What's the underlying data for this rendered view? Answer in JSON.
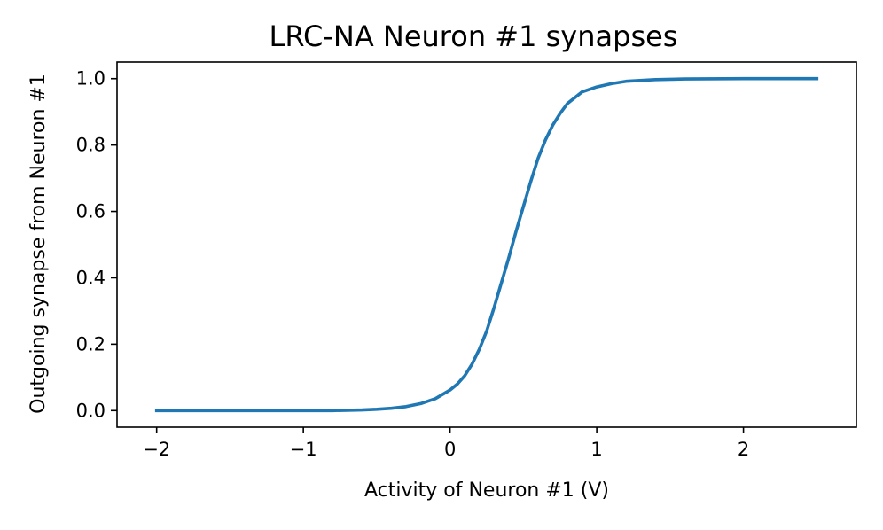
{
  "chart_data": {
    "type": "line",
    "title": "LRC-NA Neuron #1 synapses",
    "xlabel": "Activity of Neuron #1 (V)",
    "ylabel": "Outgoing synapse from Neuron #1",
    "xlim": [
      -2.27,
      2.77
    ],
    "ylim": [
      -0.05,
      1.05
    ],
    "xticks": [
      -2,
      -1,
      0,
      1,
      2
    ],
    "xtick_labels": [
      "−2",
      "−1",
      "0",
      "1",
      "2"
    ],
    "yticks": [
      0.0,
      0.2,
      0.4,
      0.6,
      0.8,
      1.0
    ],
    "ytick_labels": [
      "0.0",
      "0.2",
      "0.4",
      "0.6",
      "0.8",
      "1.0"
    ],
    "grid": false,
    "series": [
      {
        "color": "#1f77b4",
        "x": [
          -2.0,
          -1.5,
          -1.0,
          -0.8,
          -0.6,
          -0.5,
          -0.4,
          -0.3,
          -0.2,
          -0.1,
          0.0,
          0.05,
          0.1,
          0.15,
          0.2,
          0.25,
          0.3,
          0.35,
          0.4,
          0.45,
          0.5,
          0.55,
          0.6,
          0.65,
          0.7,
          0.75,
          0.8,
          0.9,
          1.0,
          1.1,
          1.2,
          1.4,
          1.6,
          2.0,
          2.5
        ],
        "y": [
          0.0,
          0.0,
          0.0,
          0.0,
          0.002,
          0.004,
          0.007,
          0.012,
          0.021,
          0.036,
          0.062,
          0.08,
          0.105,
          0.14,
          0.185,
          0.24,
          0.31,
          0.385,
          0.46,
          0.54,
          0.615,
          0.69,
          0.76,
          0.815,
          0.86,
          0.895,
          0.925,
          0.96,
          0.975,
          0.985,
          0.992,
          0.997,
          0.999,
          1.0,
          1.0
        ]
      }
    ]
  }
}
